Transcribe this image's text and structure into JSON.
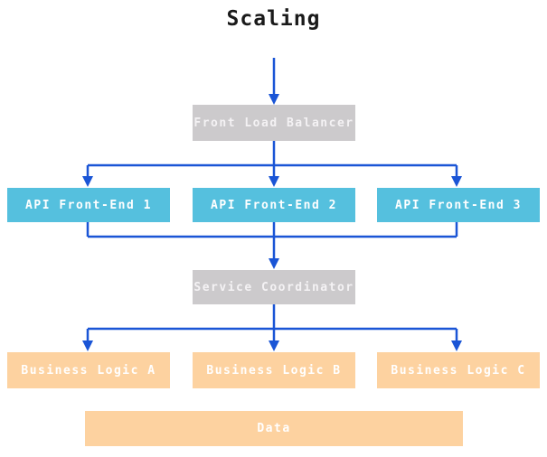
{
  "title": "Scaling",
  "colors": {
    "arrow": "#1a55d6",
    "gray-box": "#cccacc",
    "cyan-box": "#55c0de",
    "orange-box": "#fdd2a0",
    "box-text": "#ffffff",
    "gray-box-text": "#f4f2f4",
    "title-text": "#1a1a1a"
  },
  "nodes": {
    "front_load_balancer": {
      "label": "Front Load Balancer"
    },
    "api_front_end_1": {
      "label": "API Front-End 1"
    },
    "api_front_end_2": {
      "label": "API Front-End 2"
    },
    "api_front_end_3": {
      "label": "API Front-End 3"
    },
    "service_coordinator": {
      "label": "Service Coordinator"
    },
    "business_logic_a": {
      "label": "Business Logic A"
    },
    "business_logic_b": {
      "label": "Business Logic B"
    },
    "business_logic_c": {
      "label": "Business Logic C"
    },
    "data_store": {
      "label": "Data"
    }
  }
}
